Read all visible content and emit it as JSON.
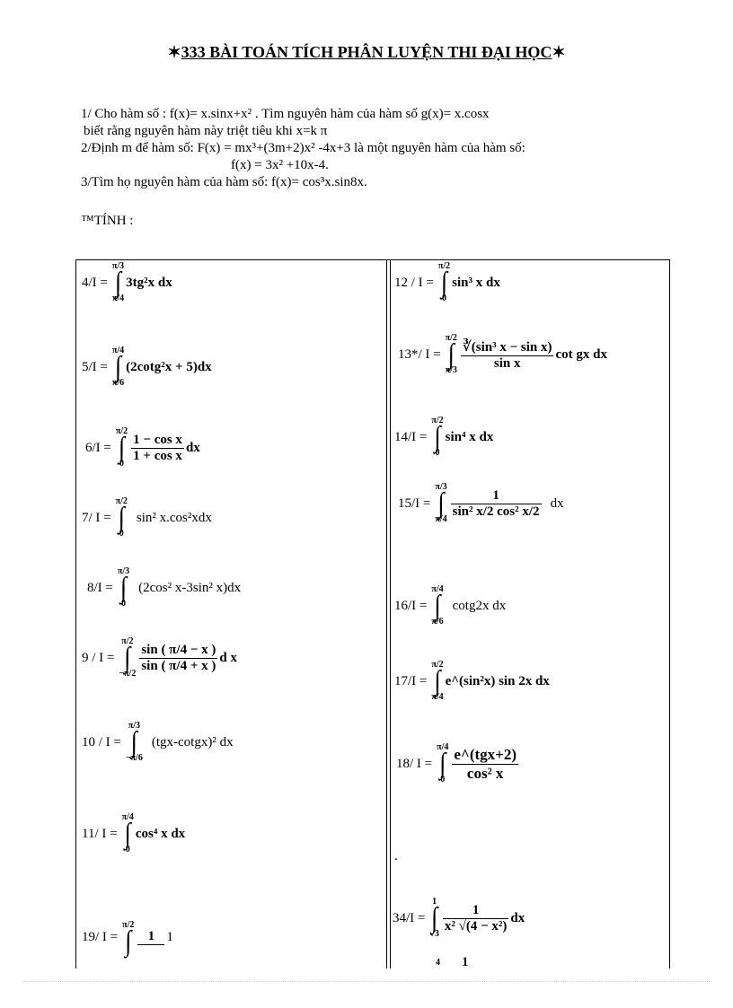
{
  "title": {
    "star": "✶",
    "main": "333 BÀI TOÁN TÍCH PHÂN LUYỆN  THI ĐẠI HỌC"
  },
  "intro": [
    "1/ Cho hàm số : f(x)= x.sinx+x² . Tìm nguyên hàm của hàm số  g(x)= x.cosx",
    "biết rằng nguyên hàm này triệt tiêu khi  x=k π",
    "2/Định m để hàm số: F(x) = mx³+(3m+2)x² -4x+3 là một nguyên hàm của hàm số:",
    "f(x)  = 3x² +10x-4.",
    "3/Tìm họ nguyên hàm của hàm số: f(x)= cos³x.sin8x."
  ],
  "tinh": "™TÍNH :",
  "left": [
    {
      "label": "4/I =",
      "upper": "π/3",
      "lower": "π/4",
      "body": "3tg²x dx"
    },
    {
      "label": "5/I =",
      "upper": "π/4",
      "lower": "π/6",
      "body": "(2cotg²x + 5)dx"
    },
    {
      "label": "6/I =",
      "upper": "π/2",
      "lower": "0",
      "num": "1 − cos x",
      "den": "1 + cos x",
      "tail": "dx"
    },
    {
      "label": "7/ I =",
      "upper": "π/2",
      "lower": "0",
      "body": "sin² x.cos²xdx"
    },
    {
      "label": "8/I =",
      "upper": "π/3",
      "lower": "0",
      "body": "(2cos² x-3sin² x)dx"
    },
    {
      "label": "9 /  I =",
      "upper": "π/2",
      "lower": "−π/2",
      "num": "sin ( π/4 −  x )",
      "den": "sin ( π/4 +  x )",
      "tail": "d x"
    },
    {
      "label": "10 / I =",
      "upper": "π/3",
      "lower": "−π/6",
      "body": "(tgx-cotgx)² dx"
    },
    {
      "label": "11/  I =",
      "upper": "π/4",
      "lower": "0",
      "body": "cos⁴ x dx"
    },
    {
      "label": "19/  I =",
      "upper": "π/2",
      "lower": "",
      "num": "1",
      "den": "",
      "tail": "1"
    }
  ],
  "right": [
    {
      "label": "12 / I =",
      "upper": "π/2",
      "lower": "0",
      "body": "sin³ x dx"
    },
    {
      "label": "13*/   I =",
      "upper": "π/2",
      "lower": "π/3",
      "num": "∛(sin³ x − sin x)",
      "den": "sin x",
      "tail": "cot gx dx"
    },
    {
      "label": "14/I =",
      "upper": "π/2",
      "lower": "0",
      "body": "sin⁴ x dx"
    },
    {
      "label": "15/I =",
      "upper": "π/3",
      "lower": "π/4",
      "num": "1",
      "den": "sin² x/2 cos² x/2",
      "tail": "dx"
    },
    {
      "label": "16/I =",
      "upper": "π/4",
      "lower": "π/6",
      "body": "cotg2x dx"
    },
    {
      "label": "17/I =",
      "upper": "π/2",
      "lower": "π/4",
      "body": "e^(sin²x) sin 2x dx"
    },
    {
      "label": "18/     I =",
      "upper": "π/4",
      "lower": "0",
      "num": "e^(tgx+2)",
      "den": "cos² x",
      "tail": ""
    },
    {
      "label": ".",
      "upper": "",
      "lower": "",
      "body": ""
    },
    {
      "label": "34/I =",
      "upper": "1",
      "lower": "√3",
      "num": "1",
      "den": "x² √(4 − x²)",
      "tail": "dx"
    },
    {
      "label": "",
      "upper": "4",
      "lower": "",
      "num": "1",
      "den": "",
      "tail": ""
    }
  ]
}
